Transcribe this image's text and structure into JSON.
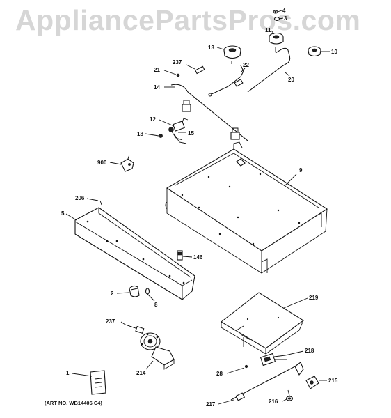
{
  "watermark": "AppliancePartsPros.com",
  "art_number": "(ART NO. WB14406 C4)",
  "callouts": [
    "4",
    "3",
    "11",
    "13",
    "10",
    "237",
    "21",
    "22",
    "20",
    "14",
    "12",
    "15",
    "18",
    "9",
    "900",
    "206",
    "5",
    "146",
    "2",
    "8",
    "219",
    "237",
    "218",
    "214",
    "1",
    "28",
    "215",
    "217",
    "216"
  ]
}
